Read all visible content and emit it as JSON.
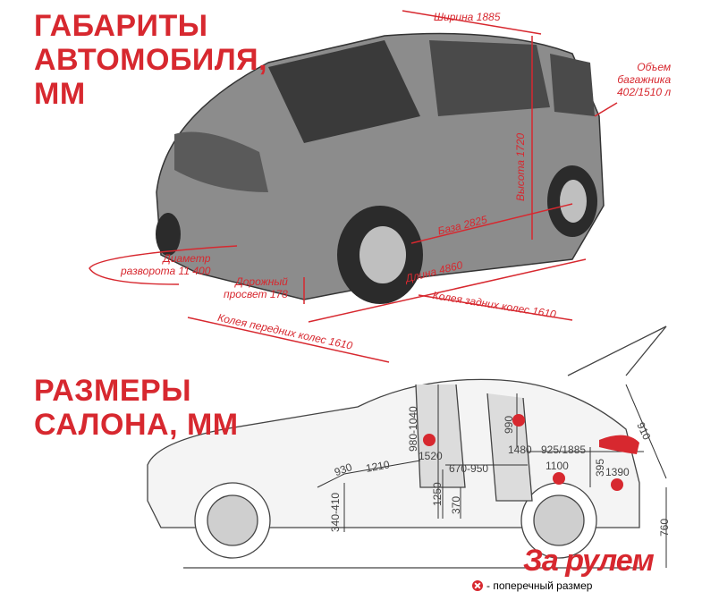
{
  "colors": {
    "accent": "#d7282f",
    "car_body": "#8c8c8c",
    "car_dark": "#3a3a3a",
    "line": "#444444"
  },
  "top_section": {
    "title": [
      "ГАБАРИТЫ",
      "АВТОМОБИЛЯ,",
      "ММ"
    ],
    "labels": {
      "width": "Ширина 1885",
      "trunk": [
        "Объем",
        "багажника",
        "402/1510 л"
      ],
      "height": "Высота 1720",
      "wheelbase": "База 2825",
      "turning": [
        "Диаметр",
        "разворота 11 400"
      ],
      "clearance": [
        "Дорожный",
        "просвет 178"
      ],
      "length": "Длина 4860",
      "rear_track": "Колея задних колес 1610",
      "front_track": "Колея передних колес 1610"
    }
  },
  "bottom_section": {
    "title": [
      "РАЗМЕРЫ",
      "САЛОНА, ММ"
    ],
    "dims": {
      "d980_1040": "980-1040",
      "d990": "990",
      "d910": "910",
      "d1520": "1520",
      "d1480": "1480",
      "d925_1885": "925/1885",
      "d930": "930",
      "d1210": "1210",
      "d670_950": "670-950",
      "d1100": "1100",
      "d395": "395",
      "d1390": "1390",
      "d340_410": "340-410",
      "d1250": "1250",
      "d370": "370",
      "d760": "760"
    }
  },
  "legend": {
    "text": "- поперечный размер"
  },
  "logo": {
    "text": "За рулем"
  }
}
